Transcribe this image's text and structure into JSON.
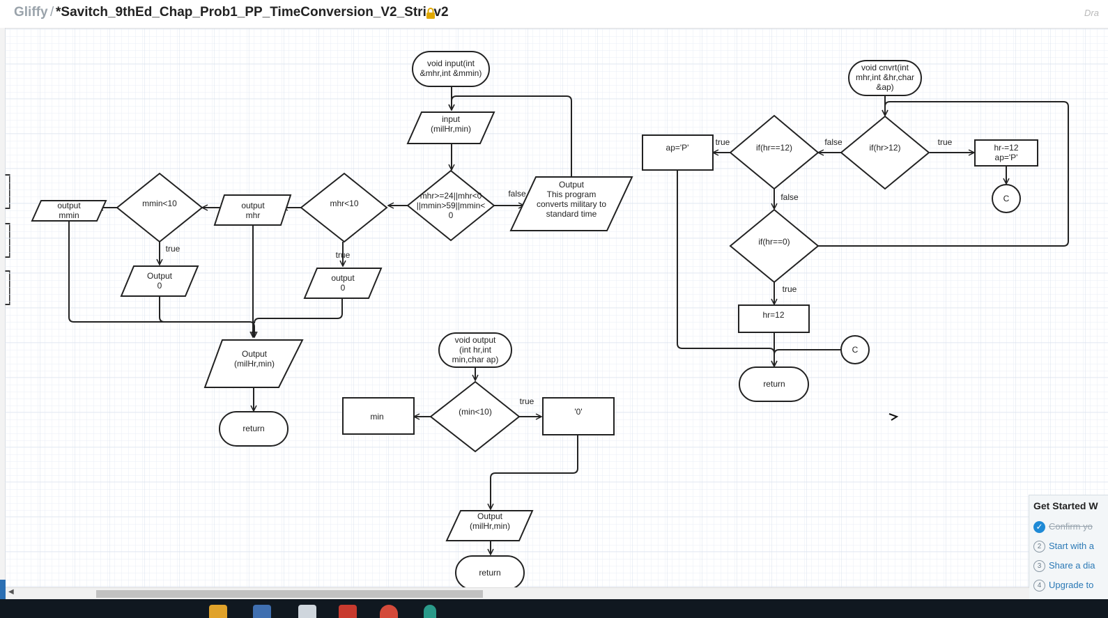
{
  "header": {
    "app_name": "Gliffy",
    "separator": "/",
    "doc_title": "*Savitch_9thEd_Chap_Prob1_PP_TimeConversion_V2_Stri, v2",
    "right_text": "Dra"
  },
  "icons": {
    "lock": "lock-icon",
    "check": "check-icon"
  },
  "colors": {
    "accent": "#2a78b5",
    "lock": "#e0a800",
    "grid": "#e7ecf3"
  },
  "diagram": {
    "input_fn": {
      "start": [
        "void input(int",
        "&mhr,int &mmin)"
      ],
      "input_milhr": [
        "input",
        "(milHr,min)"
      ],
      "cond_range": [
        "mhr>=24||mhr<0",
        "||mmin>59||mmin<",
        "0"
      ],
      "out_program": [
        "Output",
        "This program",
        "converts military to",
        "standard time"
      ],
      "lbl_false": "false",
      "cond_mhr": "mhr<10",
      "out_mhr": [
        "output",
        "mhr"
      ],
      "cond_mmin": "mmin<10",
      "out_mmin": [
        "output",
        "mmin"
      ],
      "lbl_true_mmin": "true",
      "out_zero_a": [
        "Output",
        "0"
      ],
      "lbl_true_mhr": "true",
      "out_zero_b": [
        "output",
        "0"
      ],
      "out_final": [
        "Output",
        "(milHr,min)"
      ],
      "ret": "return"
    },
    "output_fn": {
      "start": [
        "void output",
        "(int hr,int",
        "min,char ap)"
      ],
      "cond_min": "(min<10)",
      "lbl_true": "true",
      "box_min": "min",
      "box_zero": "'0'",
      "out_final": [
        "Output",
        "(milHr,min)"
      ],
      "ret": "return"
    },
    "cnvrt_fn": {
      "start": [
        "void cnvrt(int",
        "mhr,int &hr,char",
        "&ap)"
      ],
      "cond_gt12": "if(hr>12)",
      "lbl_true_gt12": "true",
      "box_sub12": [
        "hr-=12",
        "ap='P'"
      ],
      "conn_c1": "C",
      "lbl_false_gt12": "false",
      "cond_eq12": "if(hr==12)",
      "lbl_true_eq12": "true",
      "box_ap": "ap='P'",
      "lbl_false_eq12": "false",
      "cond_eq0": "if(hr==0)",
      "lbl_true_eq0": "true",
      "box_hr12": "hr=12",
      "conn_c2": "C",
      "ret": "return"
    }
  },
  "get_started": {
    "title": "Get Started W",
    "items": [
      {
        "num": "✓",
        "label": "Confirm yo",
        "done": true
      },
      {
        "num": "2",
        "label": "Start with a",
        "done": false
      },
      {
        "num": "3",
        "label": "Share a dia",
        "done": false
      },
      {
        "num": "4",
        "label": "Upgrade to",
        "done": false
      }
    ]
  }
}
